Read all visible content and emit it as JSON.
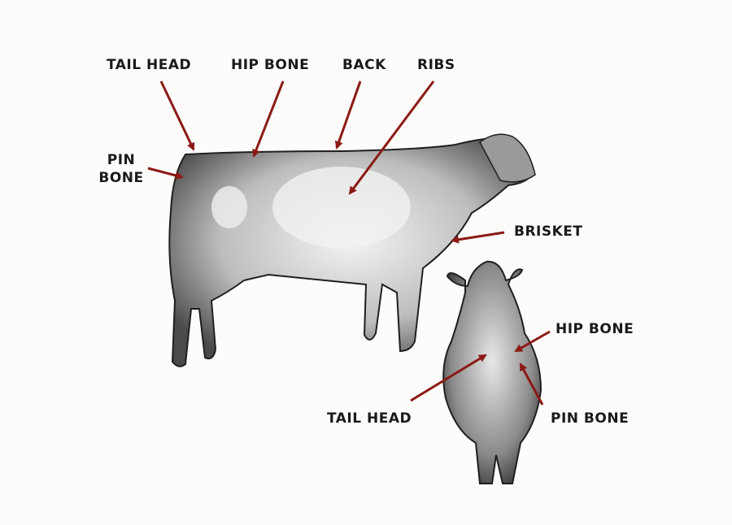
{
  "diagram": {
    "arrow_color": "#8b1a14",
    "side_view_labels": {
      "tail_head": "TAIL HEAD",
      "hip_bone": "HIP BONE",
      "back": "BACK",
      "ribs": "RIBS",
      "pin_bone_line1": "PIN",
      "pin_bone_line2": "BONE",
      "brisket": "BRISKET"
    },
    "rear_view_labels": {
      "hip_bone": "HIP BONE",
      "tail_head": "TAIL HEAD",
      "pin_bone": "PIN BONE"
    }
  }
}
